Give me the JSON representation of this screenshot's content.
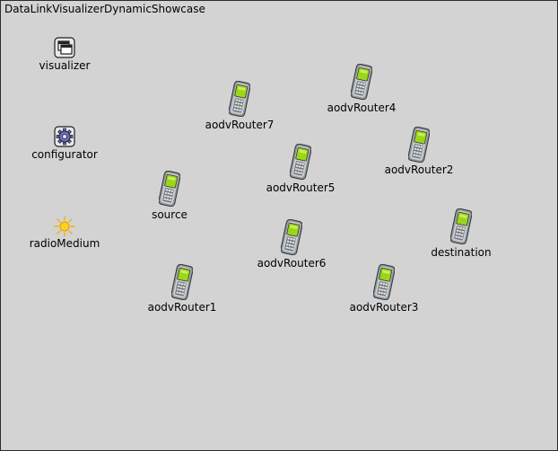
{
  "network": {
    "title": "DataLinkVisualizerDynamicShowcase"
  },
  "modules": {
    "visualizer": {
      "label": "visualizer",
      "icon": "window-stack-icon"
    },
    "configurator": {
      "label": "configurator",
      "icon": "gear-icon"
    },
    "radioMedium": {
      "label": "radioMedium",
      "icon": "sun-radio-icon"
    }
  },
  "nodes": {
    "aodvRouter7": {
      "label": "aodvRouter7",
      "icon": "mobile-phone-icon"
    },
    "aodvRouter4": {
      "label": "aodvRouter4",
      "icon": "mobile-phone-icon"
    },
    "aodvRouter5": {
      "label": "aodvRouter5",
      "icon": "mobile-phone-icon"
    },
    "aodvRouter2": {
      "label": "aodvRouter2",
      "icon": "mobile-phone-icon"
    },
    "source": {
      "label": "source",
      "icon": "mobile-phone-icon"
    },
    "destination": {
      "label": "destination",
      "icon": "mobile-phone-icon"
    },
    "aodvRouter6": {
      "label": "aodvRouter6",
      "icon": "mobile-phone-icon"
    },
    "aodvRouter1": {
      "label": "aodvRouter1",
      "icon": "mobile-phone-icon"
    },
    "aodvRouter3": {
      "label": "aodvRouter3",
      "icon": "mobile-phone-icon"
    }
  },
  "colors": {
    "canvas": "#d3d3d3",
    "screen": "#9bd61a",
    "phone_body": "#9aa0a6"
  }
}
